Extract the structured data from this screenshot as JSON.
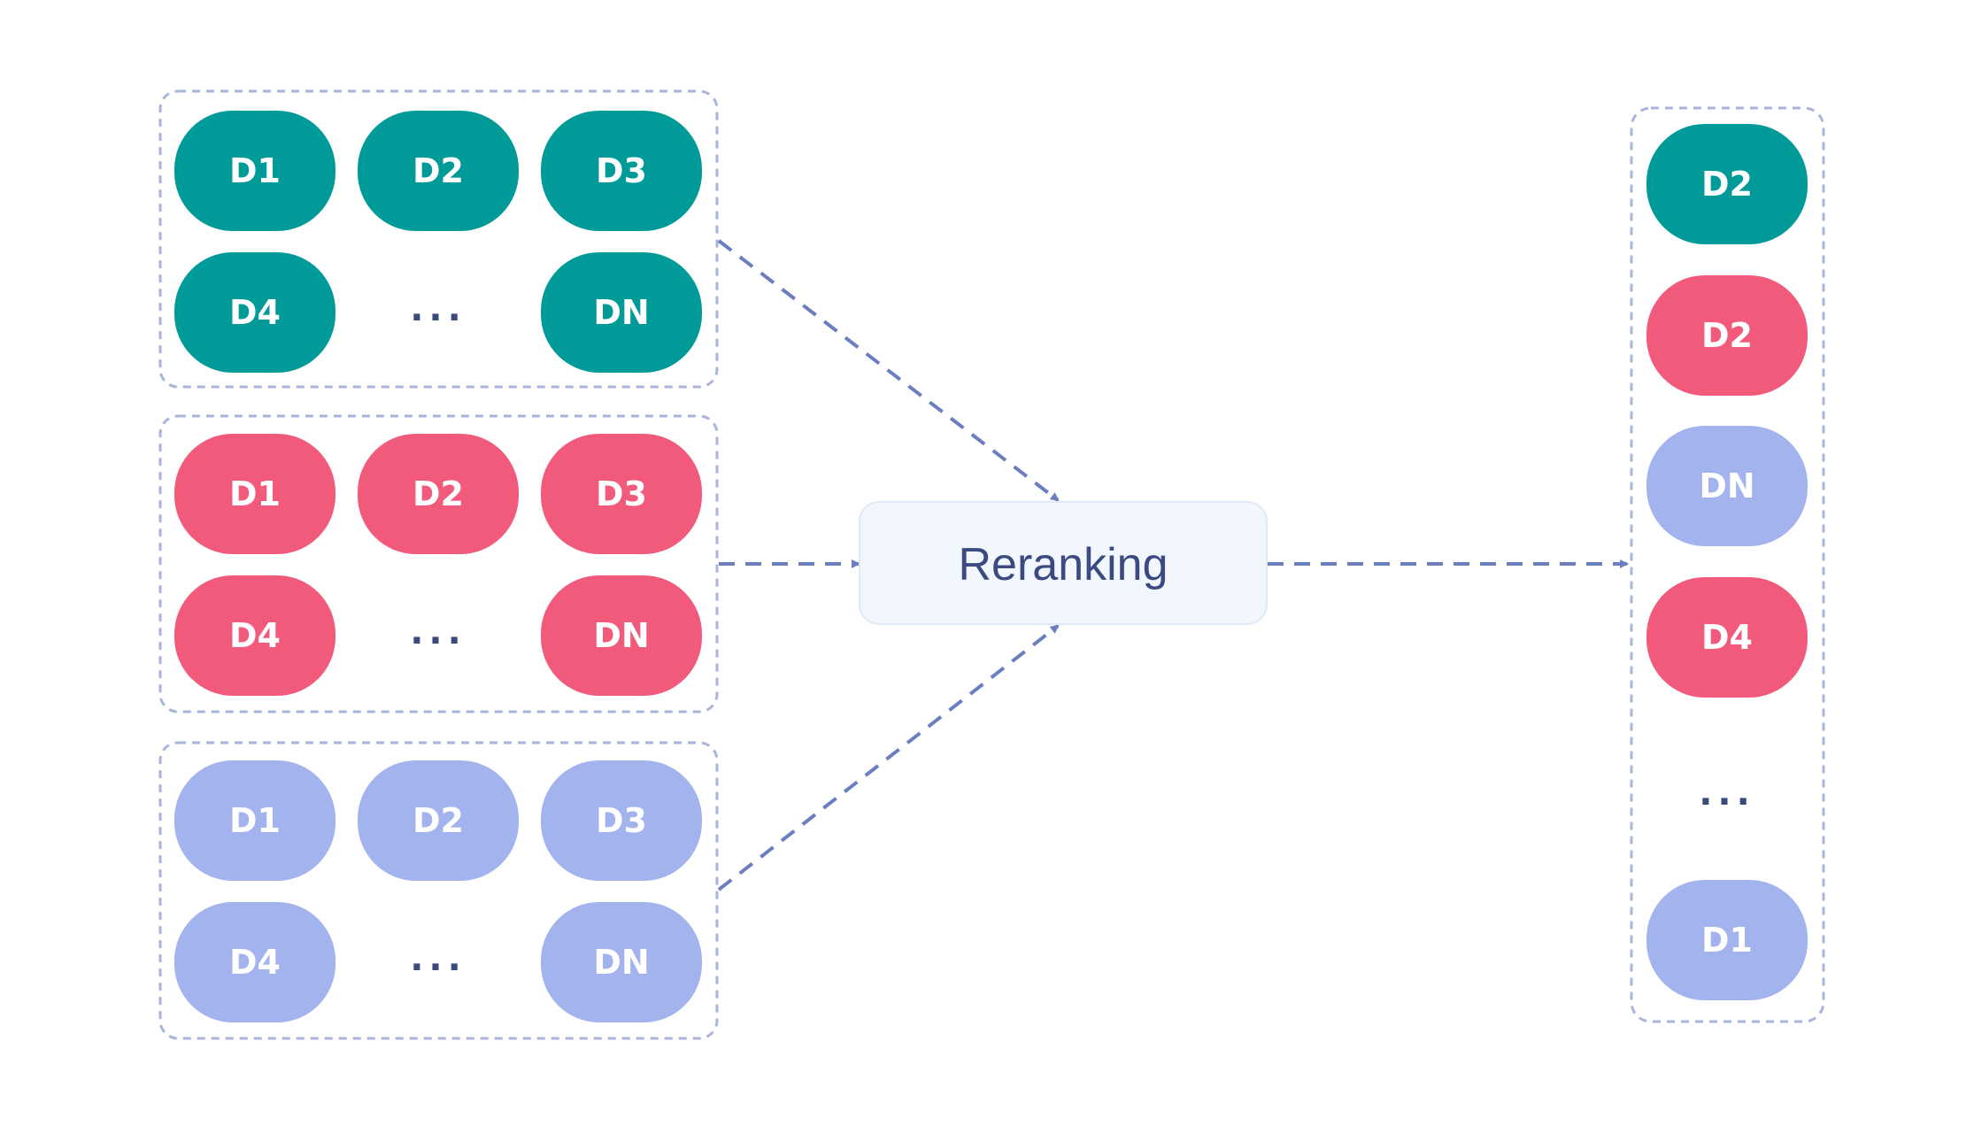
{
  "colors": {
    "teal": "#009b98",
    "pink": "#f25a7c",
    "lavender": "#a2b3ee",
    "connector": "#6b7fc0",
    "group_border": "#a9b5dc",
    "reranker_fill": "#f2f6fd",
    "reranker_border": "#e1e8f6",
    "dots": "#3a4a7a"
  },
  "input_groups": [
    {
      "color": "teal",
      "rows": [
        [
          "D1",
          "D2",
          "D3"
        ],
        [
          "D4",
          "...",
          "DN"
        ]
      ]
    },
    {
      "color": "pink",
      "rows": [
        [
          "D1",
          "D2",
          "D3"
        ],
        [
          "D4",
          "...",
          "DN"
        ]
      ]
    },
    {
      "color": "lavender",
      "rows": [
        [
          "D1",
          "D2",
          "D3"
        ],
        [
          "D4",
          "...",
          "DN"
        ]
      ]
    }
  ],
  "reranker": {
    "label": "Reranking"
  },
  "output_list": [
    {
      "label": "D2",
      "color": "teal"
    },
    {
      "label": "D2",
      "color": "pink"
    },
    {
      "label": "DN",
      "color": "lavender"
    },
    {
      "label": "D4",
      "color": "pink"
    },
    {
      "label": "...",
      "color": null
    },
    {
      "label": "D1",
      "color": "lavender"
    }
  ]
}
